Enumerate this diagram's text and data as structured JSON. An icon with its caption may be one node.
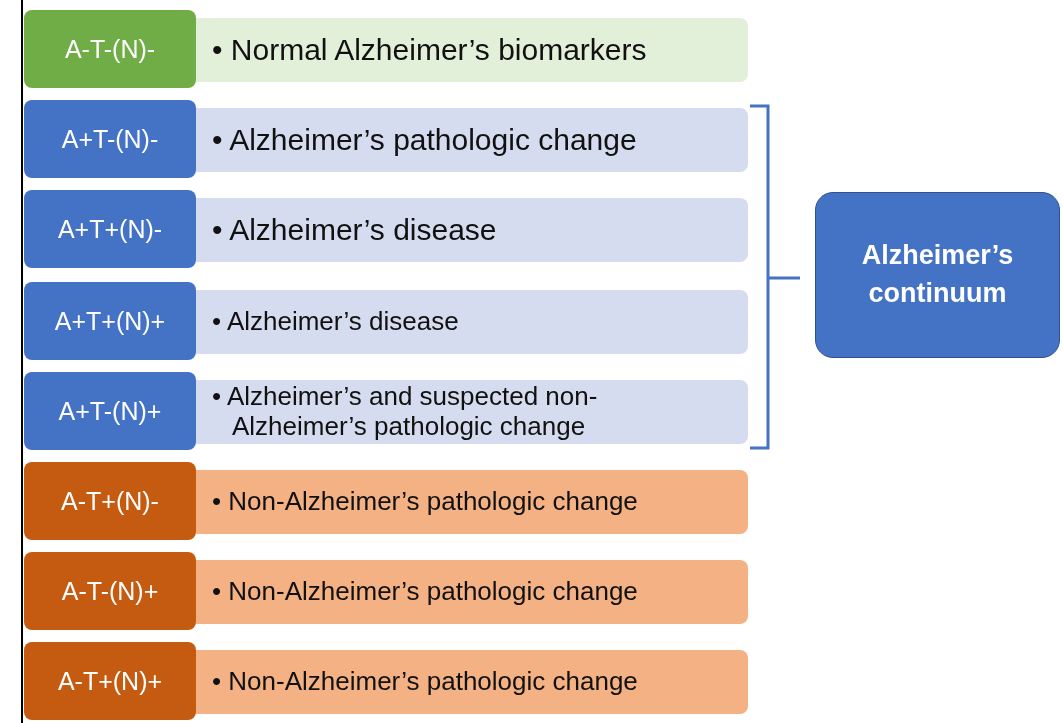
{
  "diagram": {
    "nodes": [
      {
        "text": [
          "A-T-(N)-"
        ]
      },
      {
        "text": [
          "• Normal Alzheimer’s biomarkers"
        ]
      },
      {
        "text": [
          "A+T-(N)-"
        ]
      },
      {
        "text": [
          "• Alzheimer’s pathologic change"
        ]
      },
      {
        "text": [
          "A+T+(N)-"
        ]
      },
      {
        "text": [
          "• Alzheimer’s disease"
        ]
      },
      {
        "text": [
          "A+T+(N)+"
        ]
      },
      {
        "text": [
          "• Alzheimer’s disease"
        ]
      },
      {
        "text": [
          "A+T-(N)+"
        ]
      },
      {
        "text": [
          "• Alzheimer’s and suspected non-Alzheimer’s pathologic change"
        ]
      },
      {
        "text": [
          "A-T+(N)-"
        ]
      },
      {
        "text": [
          "• Non-Alzheimer’s pathologic change"
        ]
      },
      {
        "text": [
          "A-T-(N)+"
        ]
      },
      {
        "text": [
          "• Non-Alzheimer’s pathologic change"
        ]
      },
      {
        "text": [
          "A-T+(N)+"
        ]
      },
      {
        "text": [
          "• Non-Alzheimer’s pathologic change"
        ]
      },
      {
        "text": [
          "Alzheimer’s continuum"
        ]
      }
    ]
  }
}
